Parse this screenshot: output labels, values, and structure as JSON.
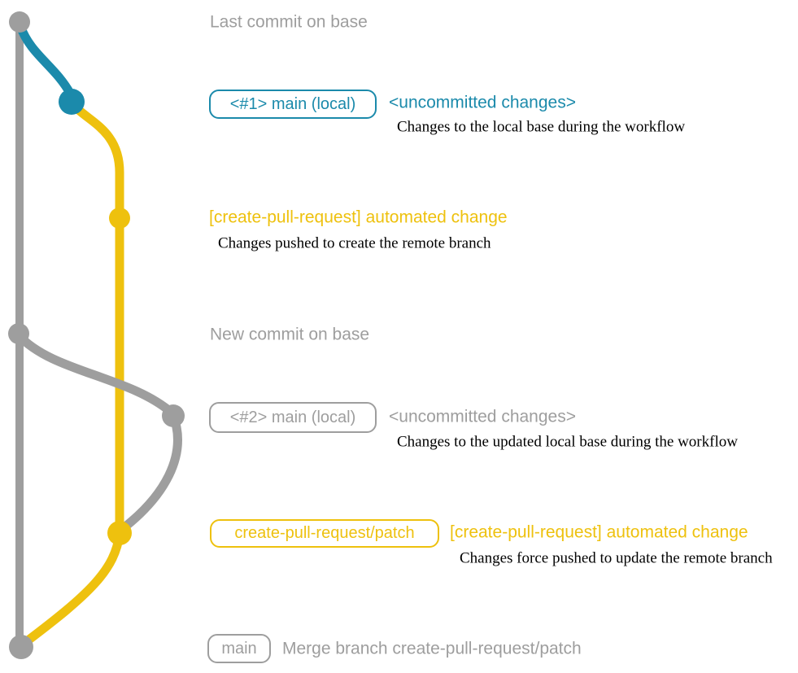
{
  "colors": {
    "gray": "#9e9e9e",
    "blue": "#1b8aab",
    "yellow": "#eec10e",
    "caption": "#000000",
    "background": "#ffffff"
  },
  "annotations": {
    "last_commit": {
      "text": "Last commit on base"
    },
    "row1": {
      "badge": "<#1> main (local)",
      "message": "<uncommitted changes>",
      "caption": "Changes to the local base during the workflow"
    },
    "row2": {
      "message": "[create-pull-request] automated change",
      "caption": "Changes pushed to create the remote branch"
    },
    "new_commit": {
      "text": "New commit on base"
    },
    "row3": {
      "badge": "<#2> main (local)",
      "message": "<uncommitted changes>",
      "caption": "Changes to the updated local base during the workflow"
    },
    "row4": {
      "badge": "create-pull-request/patch",
      "message": "[create-pull-request] automated change",
      "caption": "Changes force pushed to update the remote branch"
    },
    "row5": {
      "badge": "main",
      "message": "Merge branch create-pull-request/patch"
    }
  }
}
